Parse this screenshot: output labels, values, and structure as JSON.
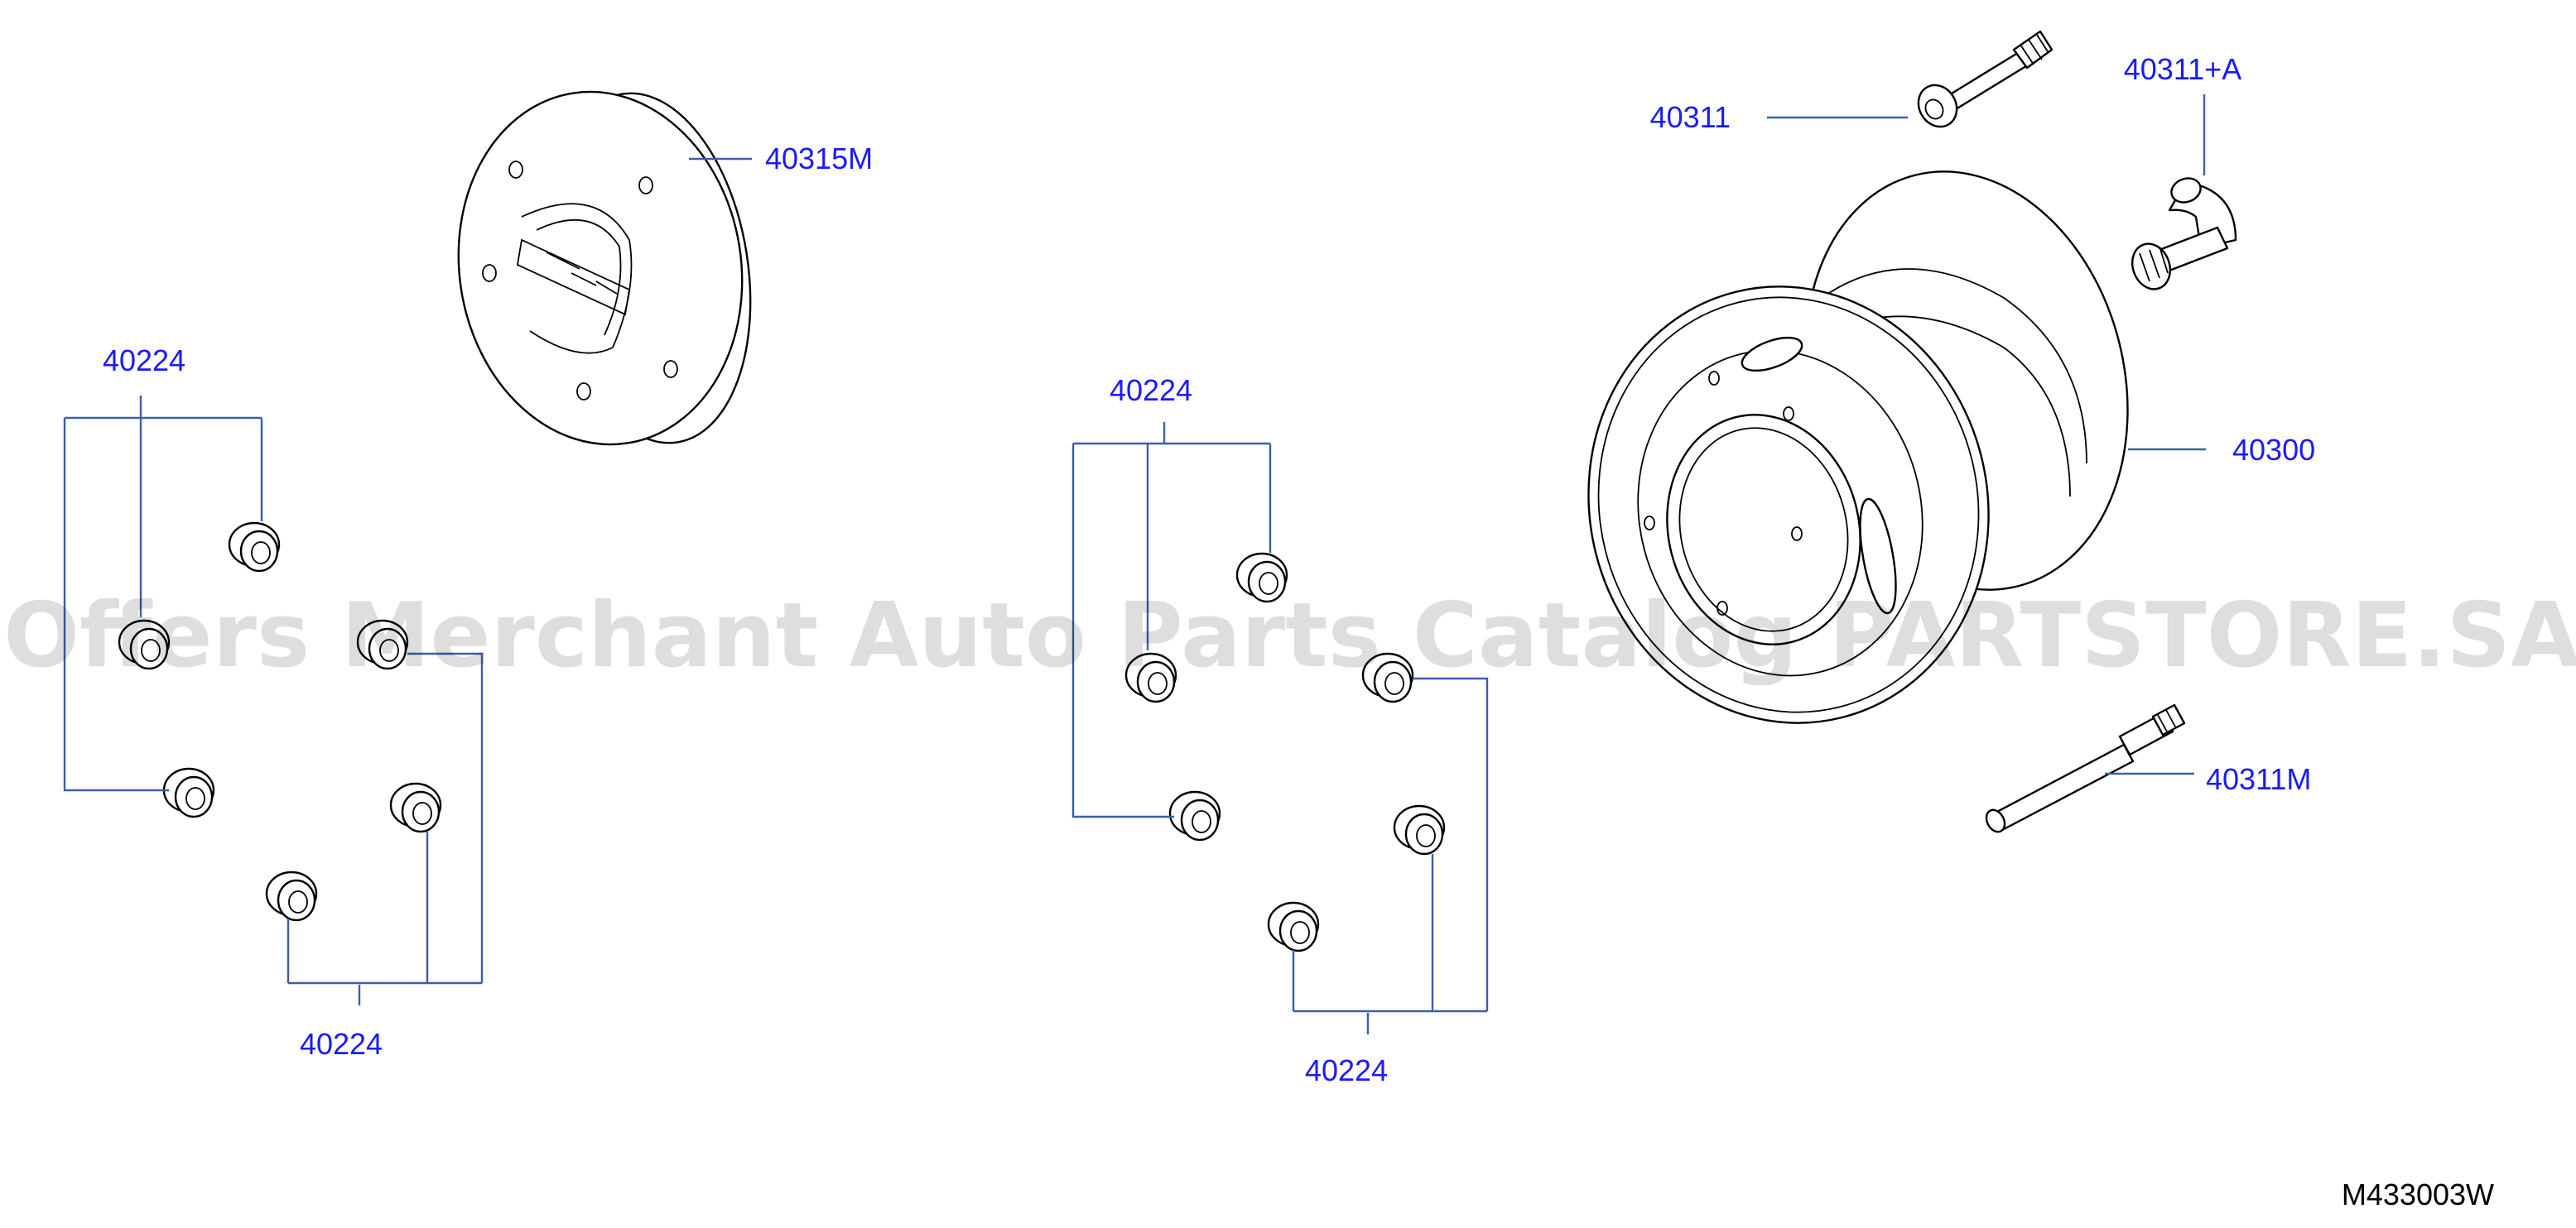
{
  "colors": {
    "callout": "#1a1aff",
    "leader": "#3c5ea8",
    "line_art": "#000000",
    "background": "#ffffff"
  },
  "callouts": {
    "hubcap": "40315M",
    "nuts_group_a_top": "40224",
    "nuts_group_a_bottom": "40224",
    "nuts_group_b_top": "40224",
    "nuts_group_b_bottom": "40224",
    "valve_straight": "40311",
    "valve_angled": "40311+A",
    "wheel": "40300",
    "valve_extension": "40311M"
  },
  "drawing_code": "M433003W",
  "watermark": "Offers Merchant Auto Parts Catalog PARTSTORE.SA"
}
